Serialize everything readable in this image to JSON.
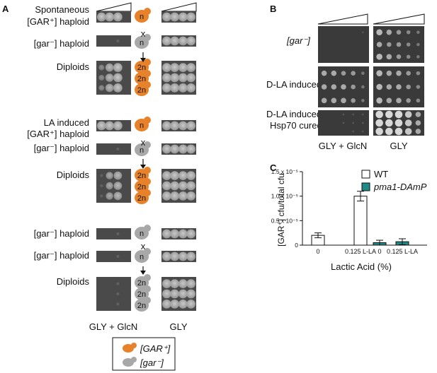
{
  "panels": {
    "a": "A",
    "b": "B",
    "c": "C"
  },
  "panel_a": {
    "group1": {
      "top": "Spontaneous",
      "top2": "[GAR⁺] haploid",
      "mid": "[gar⁻] haploid",
      "bottom": "Diploids"
    },
    "group2": {
      "top": "LA induced",
      "top2": "[GAR⁺] haploid",
      "mid": "[gar⁻] haploid",
      "bottom": "Diploids"
    },
    "group3": {
      "top": "[gar⁻] haploid",
      "mid": "[gar⁻] haploid",
      "bottom": "Diploids"
    },
    "cross": "x",
    "cell_n": "n",
    "cell_2n": "2n",
    "media_left": "GLY + GlcN",
    "media_right": "GLY",
    "legend": {
      "gar_plus": "[GAR⁺]",
      "gar_minus": "[gar⁻]"
    },
    "colors": {
      "gar_plus": "#E8822A",
      "gar_minus": "#A8A8A8"
    }
  },
  "panel_b": {
    "row1": "[gar⁻]",
    "row2": "D-LA induced",
    "row3_line1": "D-LA induced",
    "row3_line2": "Hsp70 cured",
    "media_left": "GLY + GlcN",
    "media_right": "GLY"
  },
  "chart_data": {
    "type": "bar",
    "ylabel": "[GAR⁺] cfu/total cfu",
    "xlabel": "Lactic Acid (%)",
    "ylim": [
      0,
      1.5e-05
    ],
    "ytick_labels": [
      "0",
      "0.5 x 10⁻⁵",
      "1.0 x 10⁻⁵",
      "1.5 x 10⁻⁵"
    ],
    "yticks": [
      0,
      5e-06,
      1e-05,
      1.5e-05
    ],
    "categories": [
      "0",
      "0.125 L-LA",
      "0",
      "0.125 L-LA"
    ],
    "series": [
      {
        "name": "WT",
        "values": [
          2e-06,
          1e-05
        ],
        "errors": [
          5e-07,
          1e-06
        ],
        "color": "#FFFFFF"
      },
      {
        "name": "pma1-DAmP",
        "values": [
          5e-07,
          7e-07
        ],
        "errors": [
          5e-07,
          6e-07
        ],
        "color": "#1F8A86"
      }
    ]
  }
}
